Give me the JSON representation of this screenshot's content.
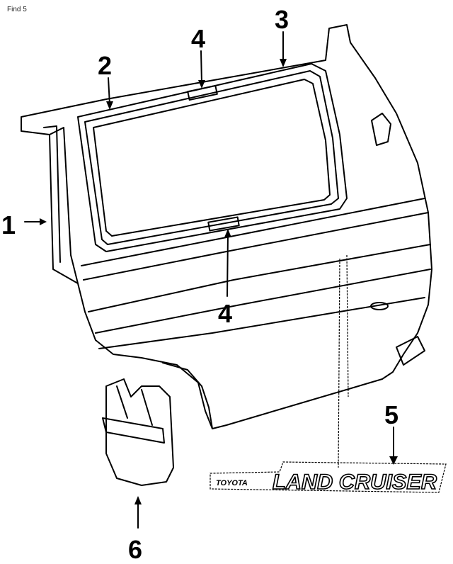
{
  "header": {
    "title": "Find 5"
  },
  "diagram": {
    "callouts": [
      {
        "id": "1",
        "label": "1",
        "part": "quarter-panel"
      },
      {
        "id": "2",
        "label": "2",
        "part": "window-weatherstrip"
      },
      {
        "id": "3",
        "label": "3",
        "part": "window-glass"
      },
      {
        "id": "4a",
        "label": "4",
        "part": "window-clip-upper"
      },
      {
        "id": "4b",
        "label": "4",
        "part": "window-clip-lower"
      },
      {
        "id": "5",
        "label": "5",
        "part": "emblem"
      },
      {
        "id": "6",
        "label": "6",
        "part": "mud-flap"
      }
    ],
    "emblem": {
      "small_text": "TOYOTA",
      "large_text": "LAND CRUISER"
    }
  }
}
